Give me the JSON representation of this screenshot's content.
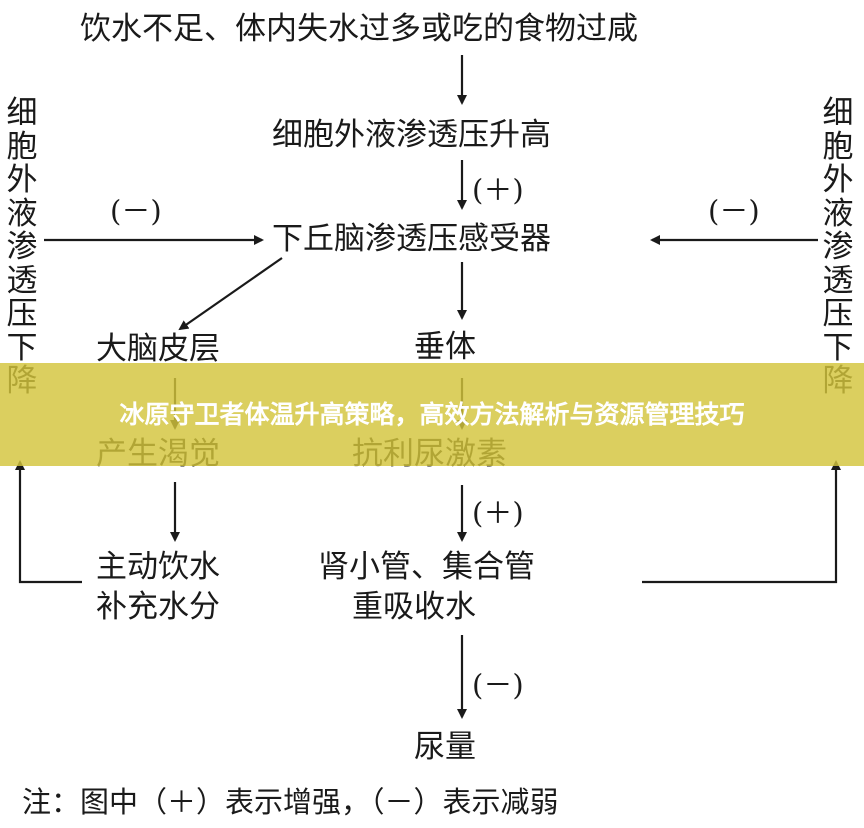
{
  "diagram": {
    "top": "饮水不足、体内失水过多或吃的食物过咸",
    "rise": "细胞外液渗透压升高",
    "receptor": "下丘脑渗透压感受器",
    "cortex": "大脑皮层",
    "pituitary": "垂体",
    "thirst": "产生渴觉",
    "adh": "抗利尿激素",
    "drink": [
      "主动饮水",
      "补充水分"
    ],
    "tubule": [
      "肾小管、集合管",
      "重吸收水"
    ],
    "urine": "尿量",
    "side_left": "细胞外液渗透压下降",
    "side_right": "细胞外液渗透压下降",
    "plus": "(＋)",
    "minus": "(－)",
    "note": "注：图中（＋）表示增强，（－）表示减弱"
  },
  "banner": {
    "title": "冰原守卫者体温升高策略，高效方法解析与资源管理技巧",
    "color": "#d3c43c"
  }
}
